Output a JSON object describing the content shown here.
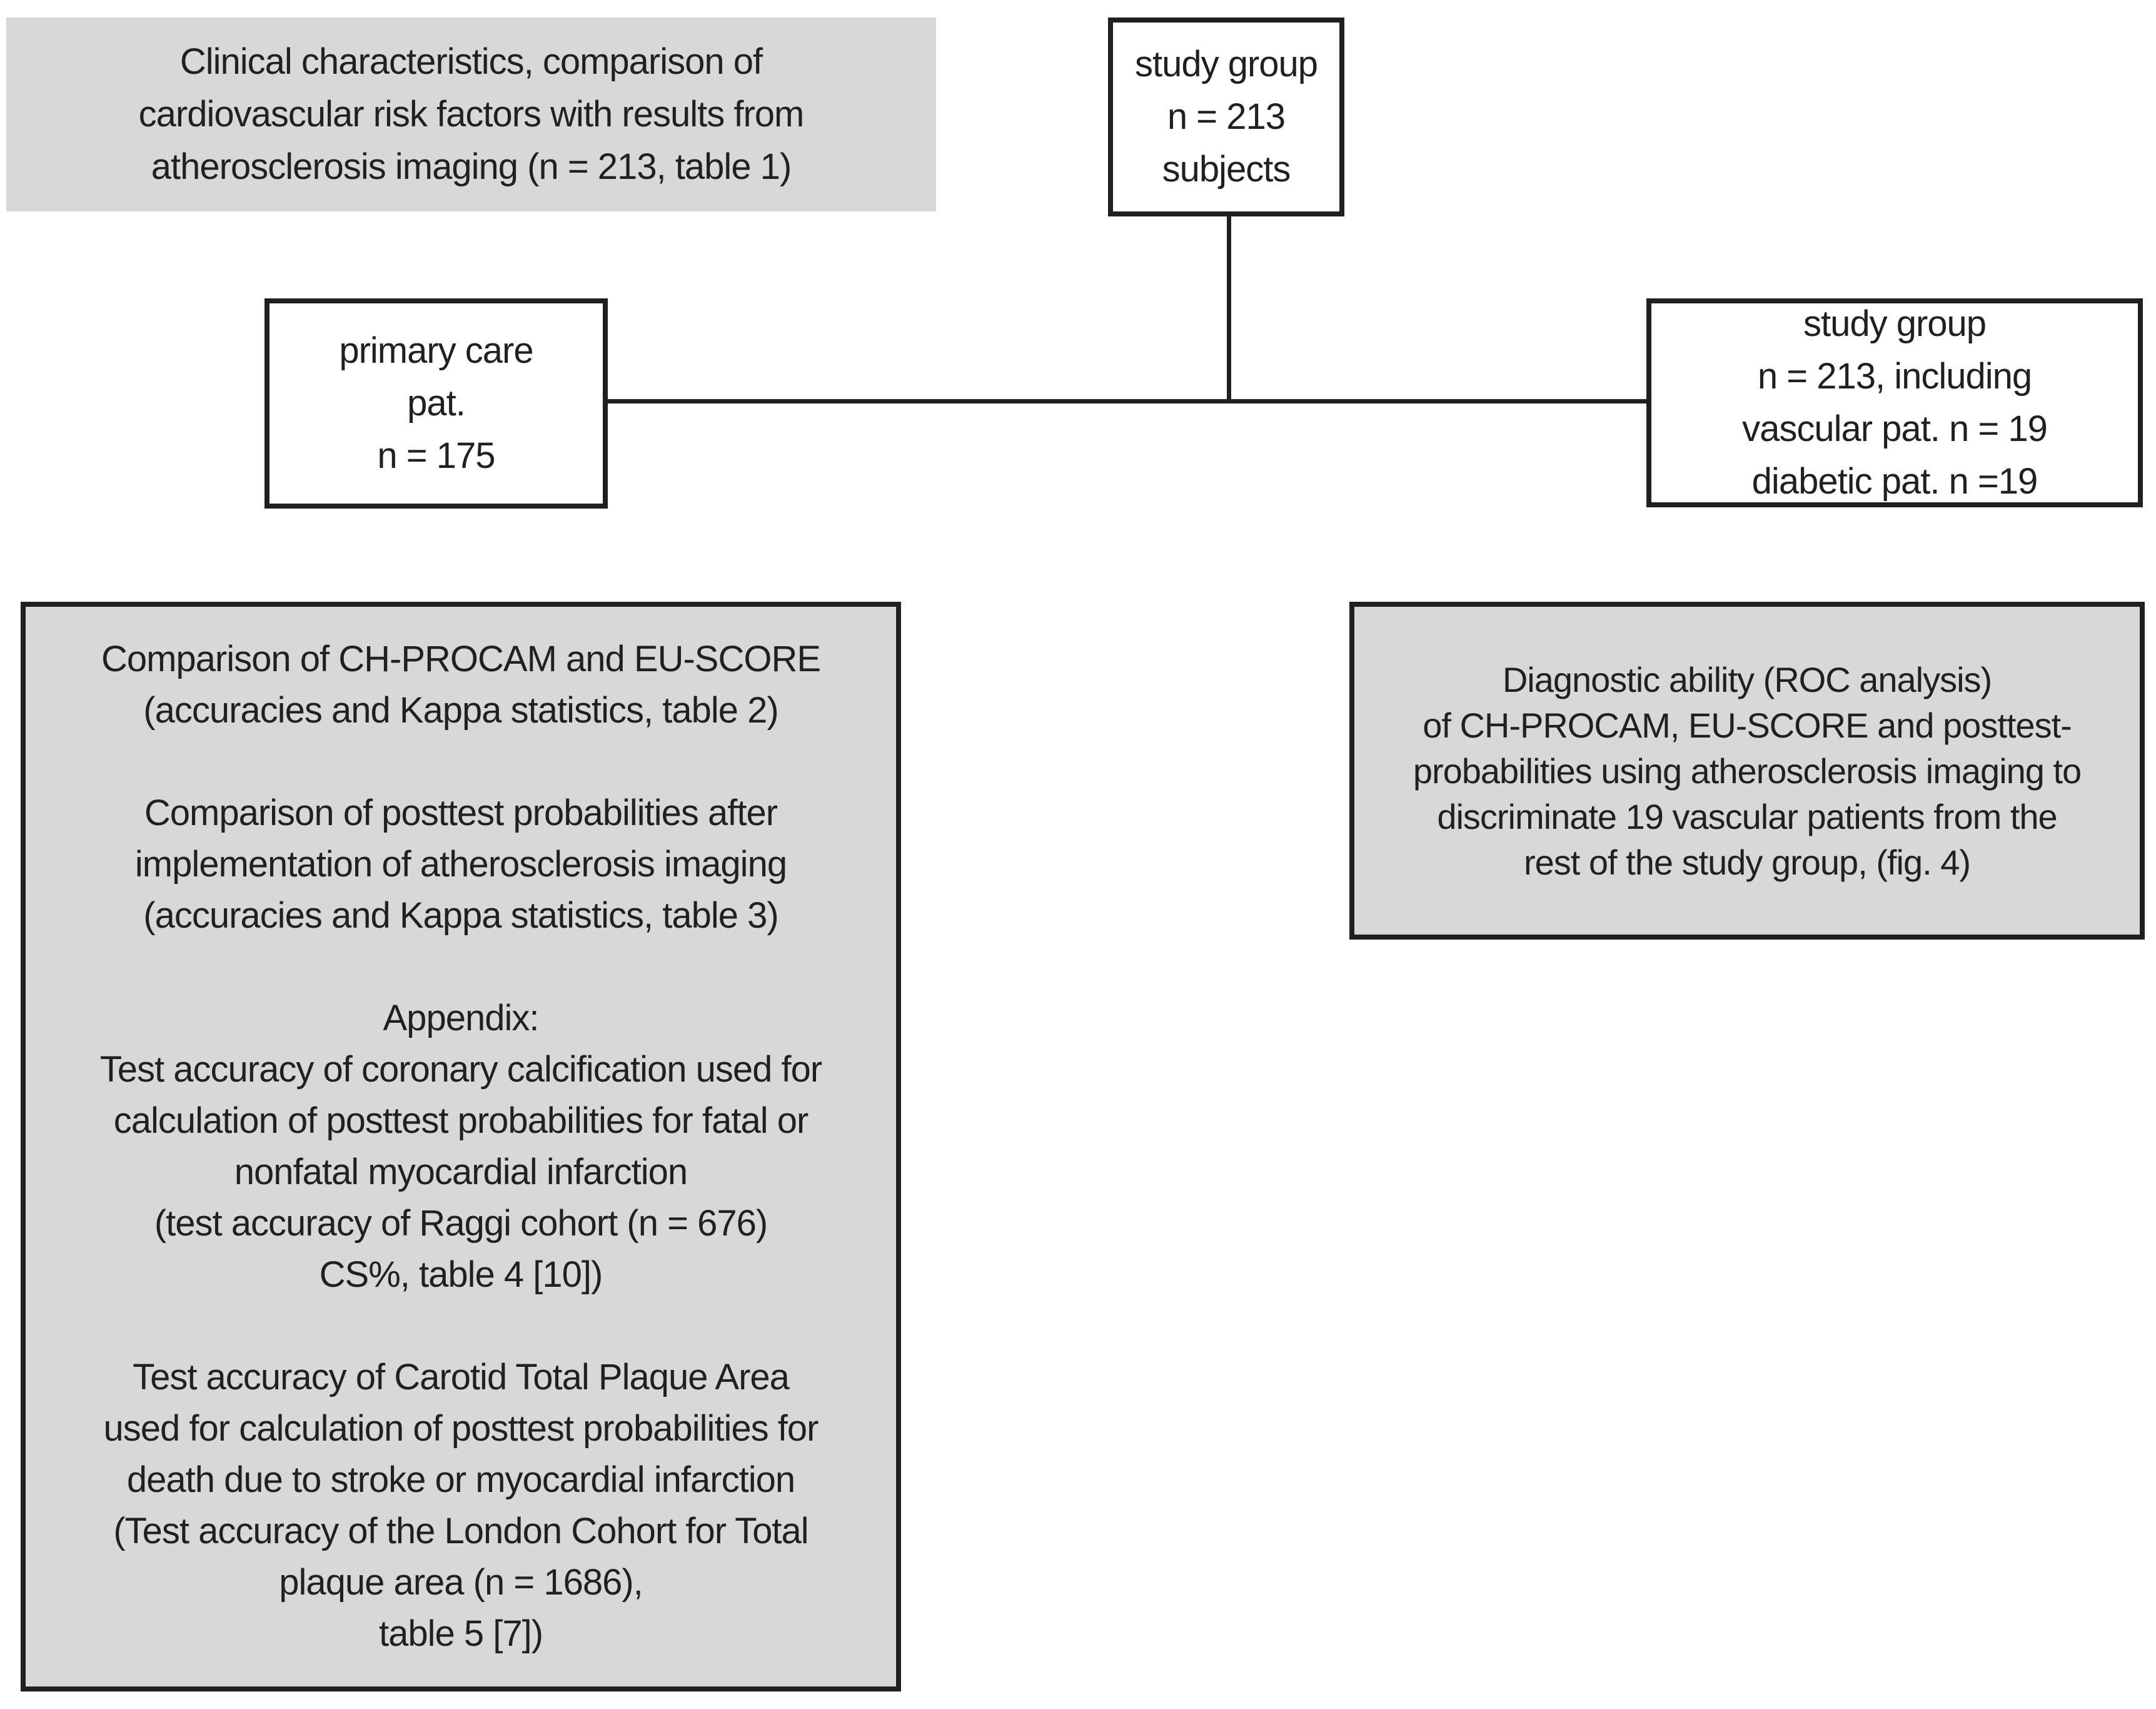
{
  "colors": {
    "background": "#ffffff",
    "gray_fill": "#d8d8d8",
    "white_fill": "#ffffff",
    "border": "#231f20",
    "text": "#231f20"
  },
  "flowchart": {
    "clinical_box": {
      "lines": [
        "Clinical characteristics, comparison of",
        "cardiovascular risk factors with results from",
        "atherosclerosis imaging (n = 213, table 1)"
      ]
    },
    "study_group_box": {
      "lines": [
        "study group",
        "n = 213",
        "subjects"
      ]
    },
    "primary_care_box": {
      "lines": [
        "primary care",
        "pat.",
        "n = 175"
      ]
    },
    "study_group_detail_box": {
      "lines": [
        "study group",
        "n = 213, including",
        "vascular pat. n = 19",
        "diabetic pat. n =19"
      ]
    },
    "comparison_box": {
      "paragraphs": [
        {
          "lines": [
            "Comparison of CH-PROCAM and EU-SCORE",
            "(accuracies and Kappa statistics, table 2)"
          ]
        },
        {
          "lines": [
            "Comparison of posttest probabilities after",
            "implementation of atherosclerosis imaging",
            "(accuracies and Kappa statistics, table 3)"
          ]
        },
        {
          "lines": [
            "Appendix:",
            "Test accuracy of coronary calcification used for",
            "calculation of posttest probabilities for fatal or",
            "nonfatal myocardial infarction",
            "(test accuracy of Raggi cohort (n = 676)",
            "CS%, table 4 [10])"
          ]
        },
        {
          "lines": [
            "Test accuracy of Carotid Total Plaque Area",
            "used for calculation of posttest probabilities for",
            "death due to stroke or myocardial infarction",
            "(Test accuracy of the London Cohort for Total",
            "plaque area (n = 1686),",
            "table 5 [7])"
          ]
        }
      ]
    },
    "roc_box": {
      "lines": [
        "Diagnostic ability (ROC analysis)",
        "of CH-PROCAM, EU-SCORE and posttest-",
        "probabilities using atherosclerosis imaging to",
        "discriminate 19 vascular patients from the",
        "rest of the study group, (fig. 4)"
      ]
    }
  }
}
